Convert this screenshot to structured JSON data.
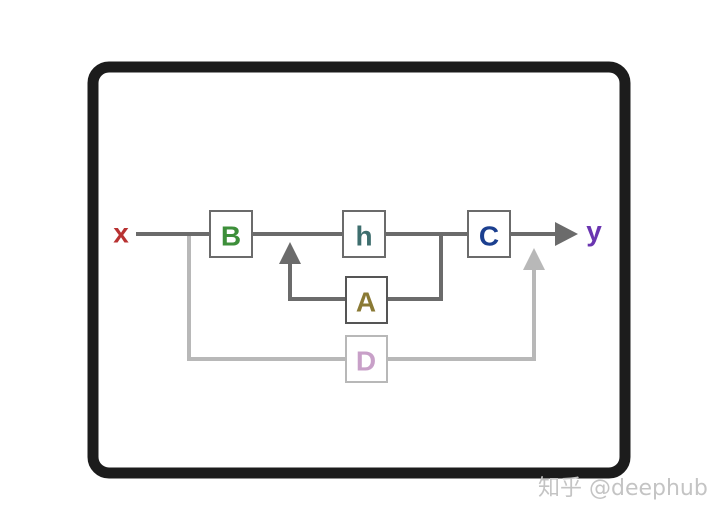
{
  "diagram": {
    "input_label": "x",
    "output_label": "y",
    "blocks": {
      "B": {
        "label": "B",
        "color": "#3d8f3a"
      },
      "h": {
        "label": "h",
        "color": "#3e6e6e"
      },
      "C": {
        "label": "C",
        "color": "#1b3f8f"
      },
      "A": {
        "label": "A",
        "color": "#8a7a35"
      },
      "D": {
        "label": "D",
        "color": "#c8a0c8"
      }
    },
    "colors": {
      "x": "#b83232",
      "y": "#6a35b0",
      "main_line": "#6b6b6b",
      "skip_line": "#b8b8b8",
      "frame": "#1c1c1c"
    }
  },
  "watermark": "知乎 @deephub"
}
